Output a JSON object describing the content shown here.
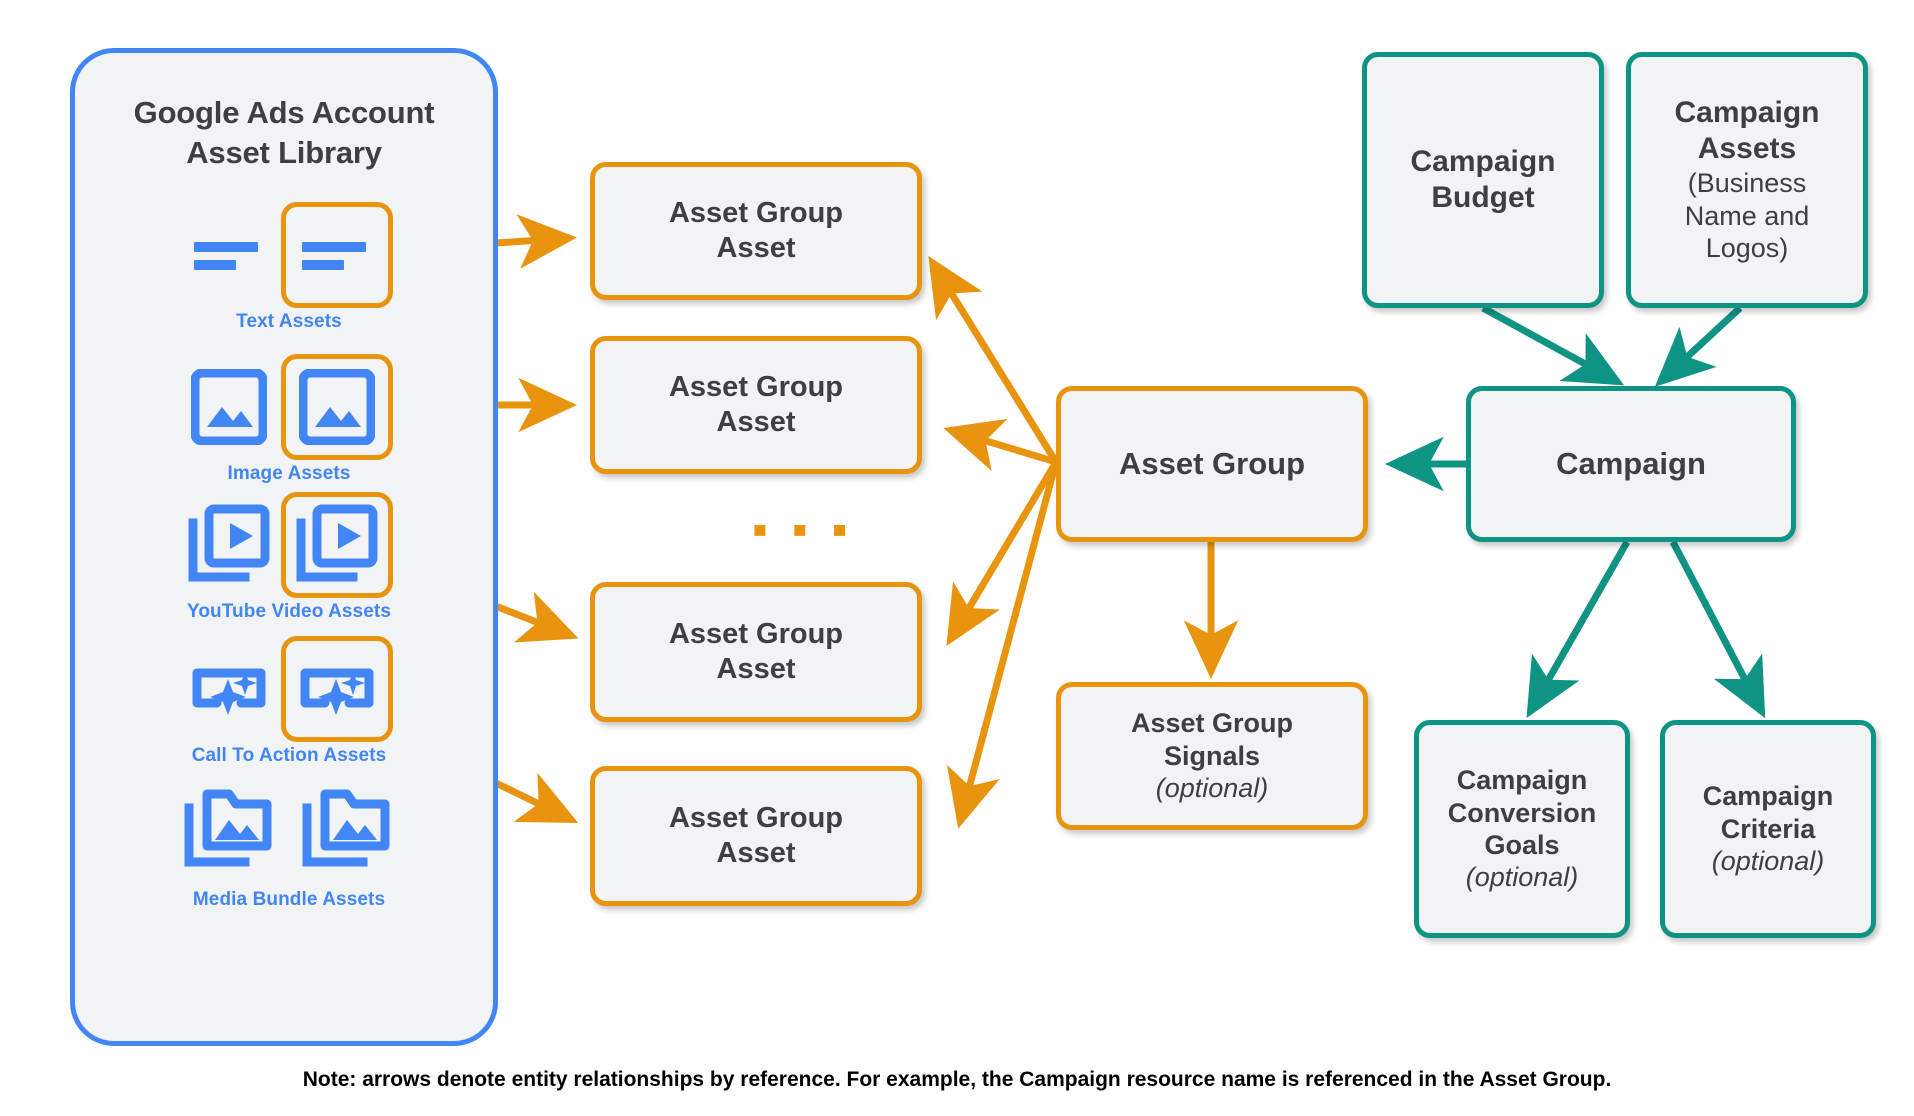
{
  "diagram": {
    "title_note": "Note: arrows denote entity relationships by reference. For example, the Campaign resource name is referenced in the Asset Group.",
    "colors": {
      "blue": "#4285f4",
      "orange": "#e8940f",
      "teal": "#0f9484",
      "box_fill": "#f1f3f4",
      "text": "#3c4043"
    }
  },
  "library": {
    "title": "Google Ads Account\nAsset Library",
    "assets": [
      {
        "caption": "Text Assets",
        "icon": "text-asset-icon"
      },
      {
        "caption": "Image Assets",
        "icon": "image-asset-icon"
      },
      {
        "caption": "YouTube Video  Assets",
        "icon": "youtube-video-asset-icon"
      },
      {
        "caption": "Call To Action Assets",
        "icon": "call-to-action-asset-icon"
      },
      {
        "caption": "Media Bundle  Assets",
        "icon": "media-bundle-asset-icon"
      }
    ]
  },
  "asset_group_assets": [
    {
      "label": "Asset Group\nAsset"
    },
    {
      "label": "Asset Group\nAsset"
    },
    {
      "label": "Asset Group\nAsset"
    },
    {
      "label": "Asset Group\nAsset"
    }
  ],
  "ellipsis": "▪ ▪ ▪",
  "asset_group": {
    "label": "Asset Group"
  },
  "asset_group_signals": {
    "label": "Asset Group\nSignals",
    "optional": "(optional)"
  },
  "campaign": {
    "label": "Campaign"
  },
  "campaign_budget": {
    "label": "Campaign\nBudget"
  },
  "campaign_assets": {
    "label": "Campaign\nAssets",
    "sub": "(Business\nName and\nLogos)"
  },
  "campaign_conversion_goals": {
    "label": "Campaign\nConversion\nGoals",
    "optional": "(optional)"
  },
  "campaign_criteria": {
    "label": "Campaign\nCriteria",
    "optional": "(optional)"
  }
}
